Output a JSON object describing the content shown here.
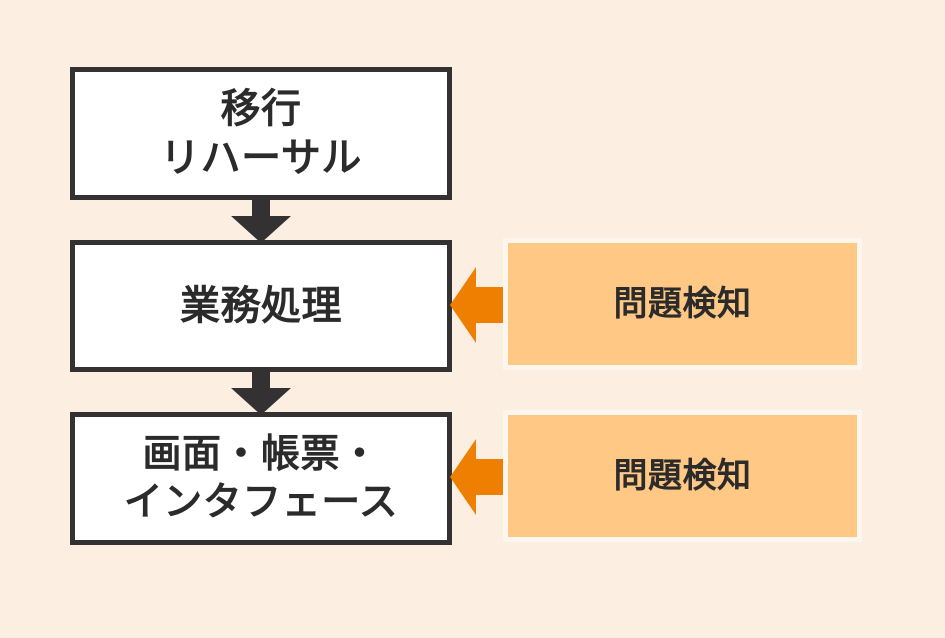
{
  "diagram": {
    "background_color": "#fceee0",
    "title": "",
    "process_boxes": [
      {
        "id": "process-box-1",
        "label": "移行\nリハーサル",
        "fill_color": "#ffffff",
        "border_color": "#333131",
        "text_color": "#2b2b2b"
      },
      {
        "id": "process-box-2",
        "label": "業務処理",
        "fill_color": "#ffffff",
        "border_color": "#333131",
        "text_color": "#2b2b2b"
      },
      {
        "id": "process-box-3",
        "label": "画面・帳票・\nインタフェース",
        "fill_color": "#ffffff",
        "border_color": "#333131",
        "text_color": "#2b2b2b"
      }
    ],
    "info_boxes": [
      {
        "id": "info-box-1",
        "label": "問題検知",
        "fill_color": "#ffc885",
        "border_color": "#fdf6ee",
        "text_color": "#2b2b2b"
      },
      {
        "id": "info-box-2",
        "label": "問題検知",
        "fill_color": "#ffc885",
        "border_color": "#fdf6ee",
        "text_color": "#2b2b2b"
      }
    ],
    "arrows": [
      {
        "id": "arrow-down-1",
        "icon": "arrow-down-icon",
        "direction": "down",
        "color": "#333131",
        "from": "process-box-1",
        "to": "process-box-2"
      },
      {
        "id": "arrow-down-2",
        "icon": "arrow-down-icon",
        "direction": "down",
        "color": "#333131",
        "from": "process-box-2",
        "to": "process-box-3"
      },
      {
        "id": "arrow-left-1",
        "icon": "arrow-left-icon",
        "direction": "left",
        "color": "#ee7f00",
        "from": "info-box-1",
        "to": "process-box-2"
      },
      {
        "id": "arrow-left-2",
        "icon": "arrow-left-icon",
        "direction": "left",
        "color": "#ee7f00",
        "from": "info-box-2",
        "to": "process-box-3"
      }
    ]
  }
}
